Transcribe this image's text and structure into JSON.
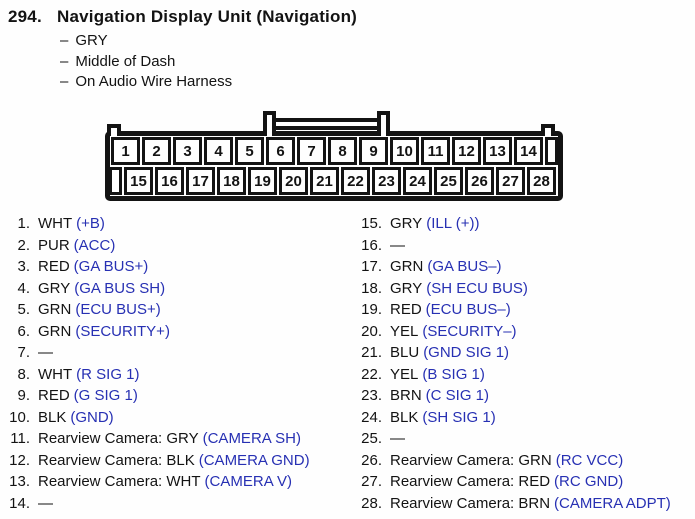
{
  "colors": {
    "ink": "#131313",
    "paper": "#fefefe",
    "signal_blue": "#2730b3"
  },
  "header": {
    "number": "294.",
    "title": "Navigation Display Unit (Navigation)",
    "details_dash": "–",
    "details": [
      "GRY",
      "Middle of Dash",
      "On Audio Wire Harness"
    ]
  },
  "connector": {
    "top_row_pins": [
      "1",
      "2",
      "3",
      "4",
      "5",
      "6",
      "7",
      "8",
      "9",
      "10",
      "11",
      "12",
      "13",
      "14"
    ],
    "bottom_row_pins": [
      "15",
      "16",
      "17",
      "18",
      "19",
      "20",
      "21",
      "22",
      "23",
      "24",
      "25",
      "26",
      "27",
      "28"
    ]
  },
  "pin_list": {
    "left_column": [
      {
        "num": "1.",
        "wire": "WHT",
        "signal": "(+B)"
      },
      {
        "num": "2.",
        "wire": "PUR",
        "signal": "(ACC)"
      },
      {
        "num": "3.",
        "wire": "RED",
        "signal": "(GA BUS+)"
      },
      {
        "num": "4.",
        "wire": "GRY",
        "signal": "(GA BUS SH)"
      },
      {
        "num": "5.",
        "wire": "GRN",
        "signal": "(ECU BUS+)"
      },
      {
        "num": "6.",
        "wire": "GRN",
        "signal": "(SECURITY+)"
      },
      {
        "num": "7.",
        "wire": "—",
        "signal": ""
      },
      {
        "num": "8.",
        "wire": "WHT",
        "signal": "(R SIG 1)"
      },
      {
        "num": "9.",
        "wire": "RED",
        "signal": "(G SIG 1)"
      },
      {
        "num": "10.",
        "wire": "BLK",
        "signal": "(GND)"
      },
      {
        "num": "11.",
        "wire": "Rearview Camera: GRY",
        "signal": "(CAMERA SH)"
      },
      {
        "num": "12.",
        "wire": "Rearview Camera: BLK",
        "signal": "(CAMERA GND)"
      },
      {
        "num": "13.",
        "wire": "Rearview Camera: WHT",
        "signal": "(CAMERA V)"
      },
      {
        "num": "14.",
        "wire": "—",
        "signal": ""
      }
    ],
    "right_column": [
      {
        "num": "15.",
        "wire": "GRY",
        "signal": "(ILL (+))"
      },
      {
        "num": "16.",
        "wire": "—",
        "signal": ""
      },
      {
        "num": "17.",
        "wire": "GRN",
        "signal": "(GA BUS–)"
      },
      {
        "num": "18.",
        "wire": "GRY",
        "signal": "(SH ECU BUS)"
      },
      {
        "num": "19.",
        "wire": "RED",
        "signal": "(ECU BUS–)"
      },
      {
        "num": "20.",
        "wire": "YEL",
        "signal": "(SECURITY–)"
      },
      {
        "num": "21.",
        "wire": "BLU",
        "signal": "(GND SIG 1)"
      },
      {
        "num": "22.",
        "wire": "YEL",
        "signal": "(B SIG 1)"
      },
      {
        "num": "23.",
        "wire": "BRN",
        "signal": "(C SIG 1)"
      },
      {
        "num": "24.",
        "wire": "BLK",
        "signal": "(SH SIG 1)"
      },
      {
        "num": "25.",
        "wire": "—",
        "signal": ""
      },
      {
        "num": "26.",
        "wire": "Rearview Camera: GRN",
        "signal": "(RC VCC)"
      },
      {
        "num": "27.",
        "wire": "Rearview Camera: RED",
        "signal": "(RC GND)"
      },
      {
        "num": "28.",
        "wire": "Rearview Camera: BRN",
        "signal": "(CAMERA ADPT)"
      }
    ]
  }
}
